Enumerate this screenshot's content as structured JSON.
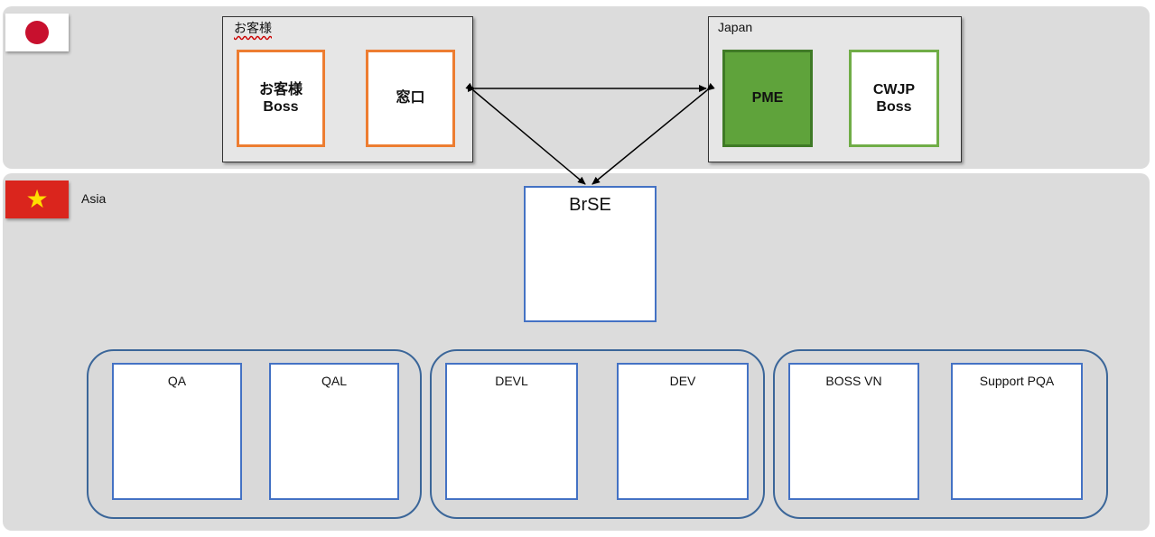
{
  "japan_band": {
    "customer_group": {
      "label": "お客様",
      "boxes": [
        "お客様\nBoss",
        "窓口"
      ]
    },
    "japan_group": {
      "label": "Japan",
      "boxes": [
        "PME",
        "CWJP\nBoss"
      ]
    }
  },
  "asia_band": {
    "label": "Asia",
    "brse": "BrSE",
    "teams": [
      {
        "boxes": [
          "QA",
          "QAL"
        ]
      },
      {
        "boxes": [
          "DEVL",
          "DEV"
        ]
      },
      {
        "boxes": [
          "BOSS VN",
          "Support PQA"
        ]
      }
    ]
  },
  "colors": {
    "orange": "#ed7d31",
    "green": "#5fa33b",
    "blue": "#4472c4",
    "band": "#dcdcdc"
  }
}
